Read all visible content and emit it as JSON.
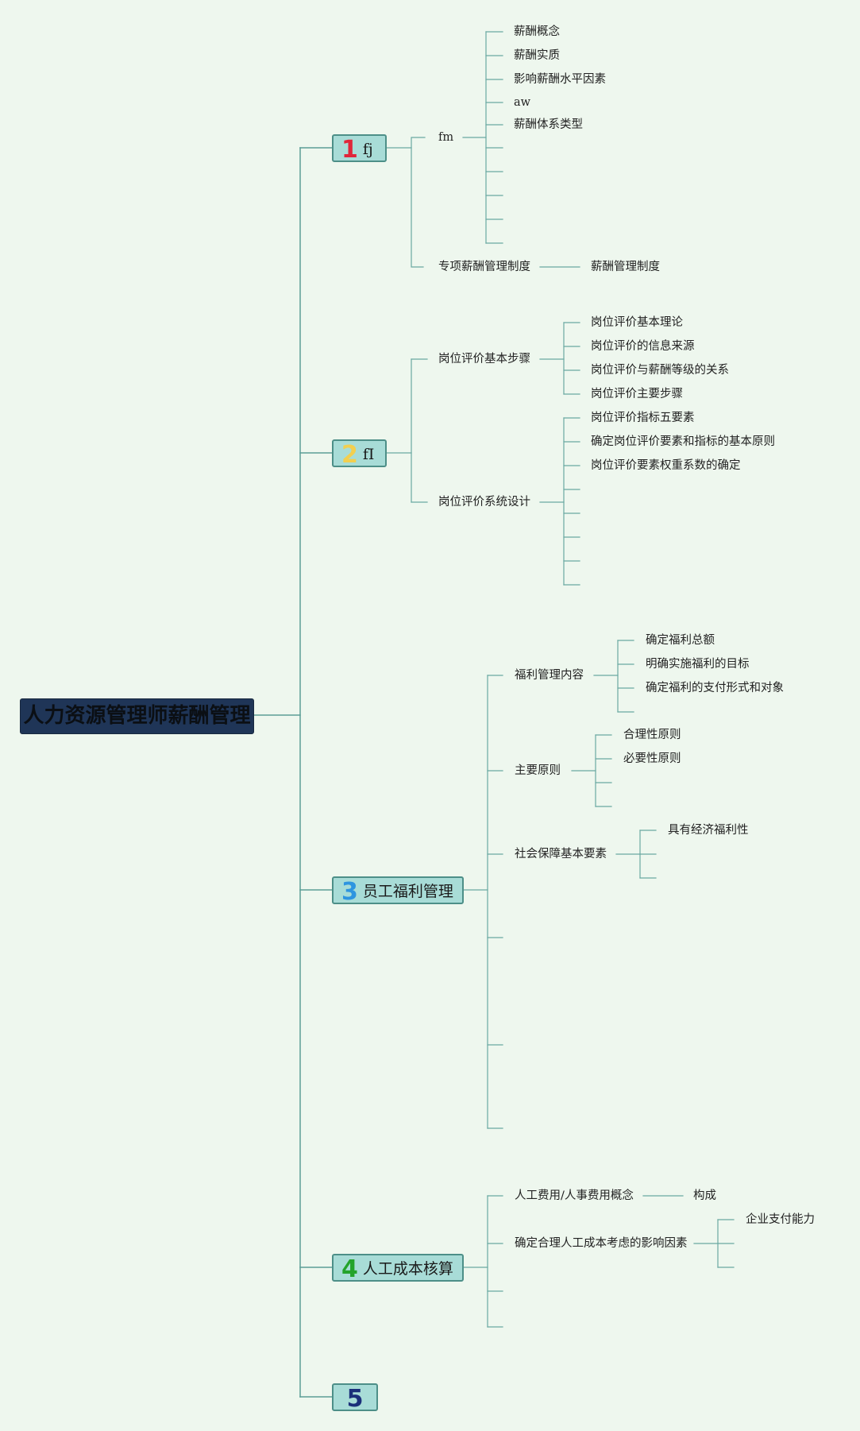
{
  "root": "人力资源管理师薪酬管理",
  "branches": [
    {
      "num": "1",
      "num_color": "#e0263a",
      "label": "fj",
      "children": [
        {
          "label": "fm",
          "children": [
            "薪酬概念",
            "薪酬实质",
            "影响薪酬水平因素",
            "aw",
            "薪酬体系类型"
          ]
        },
        {
          "label": "专项薪酬管理制度",
          "children": [
            "薪酬管理制度"
          ]
        }
      ]
    },
    {
      "num": "2",
      "num_color": "#f2cf4f",
      "label": "fI",
      "children": [
        {
          "label": "岗位评价基本步骤",
          "children": [
            "岗位评价基本理论",
            "岗位评价的信息来源",
            "岗位评价与薪酬等级的关系",
            "岗位评价主要步骤"
          ]
        },
        {
          "label": "岗位评价系统设计",
          "children": [
            "岗位评价指标五要素",
            "确定岗位评价要素和指标的基本原则",
            "岗位评价要素权重系数的确定"
          ]
        }
      ]
    },
    {
      "num": "3",
      "num_color": "#2e95e0",
      "label": "员工福利管理",
      "children": [
        {
          "label": "福利管理内容",
          "children": [
            "确定福利总额",
            "明确实施福利的目标",
            "确定福利的支付形式和对象"
          ]
        },
        {
          "label": "主要原则",
          "children": [
            "合理性原则",
            "必要性原则"
          ]
        },
        {
          "label": "社会保障基本要素",
          "children": [
            "具有经济福利性"
          ]
        }
      ]
    },
    {
      "num": "4",
      "num_color": "#24a32b",
      "label": "人工成本核算",
      "children": [
        {
          "label": "人工费用/人事费用概念",
          "children": [
            "构成"
          ]
        },
        {
          "label": "确定合理人工成本考虑的影响因素",
          "children": [
            "企业支付能力"
          ]
        }
      ]
    },
    {
      "num": "5",
      "num_color": "#1b2f7a",
      "label": "",
      "children": []
    }
  ]
}
